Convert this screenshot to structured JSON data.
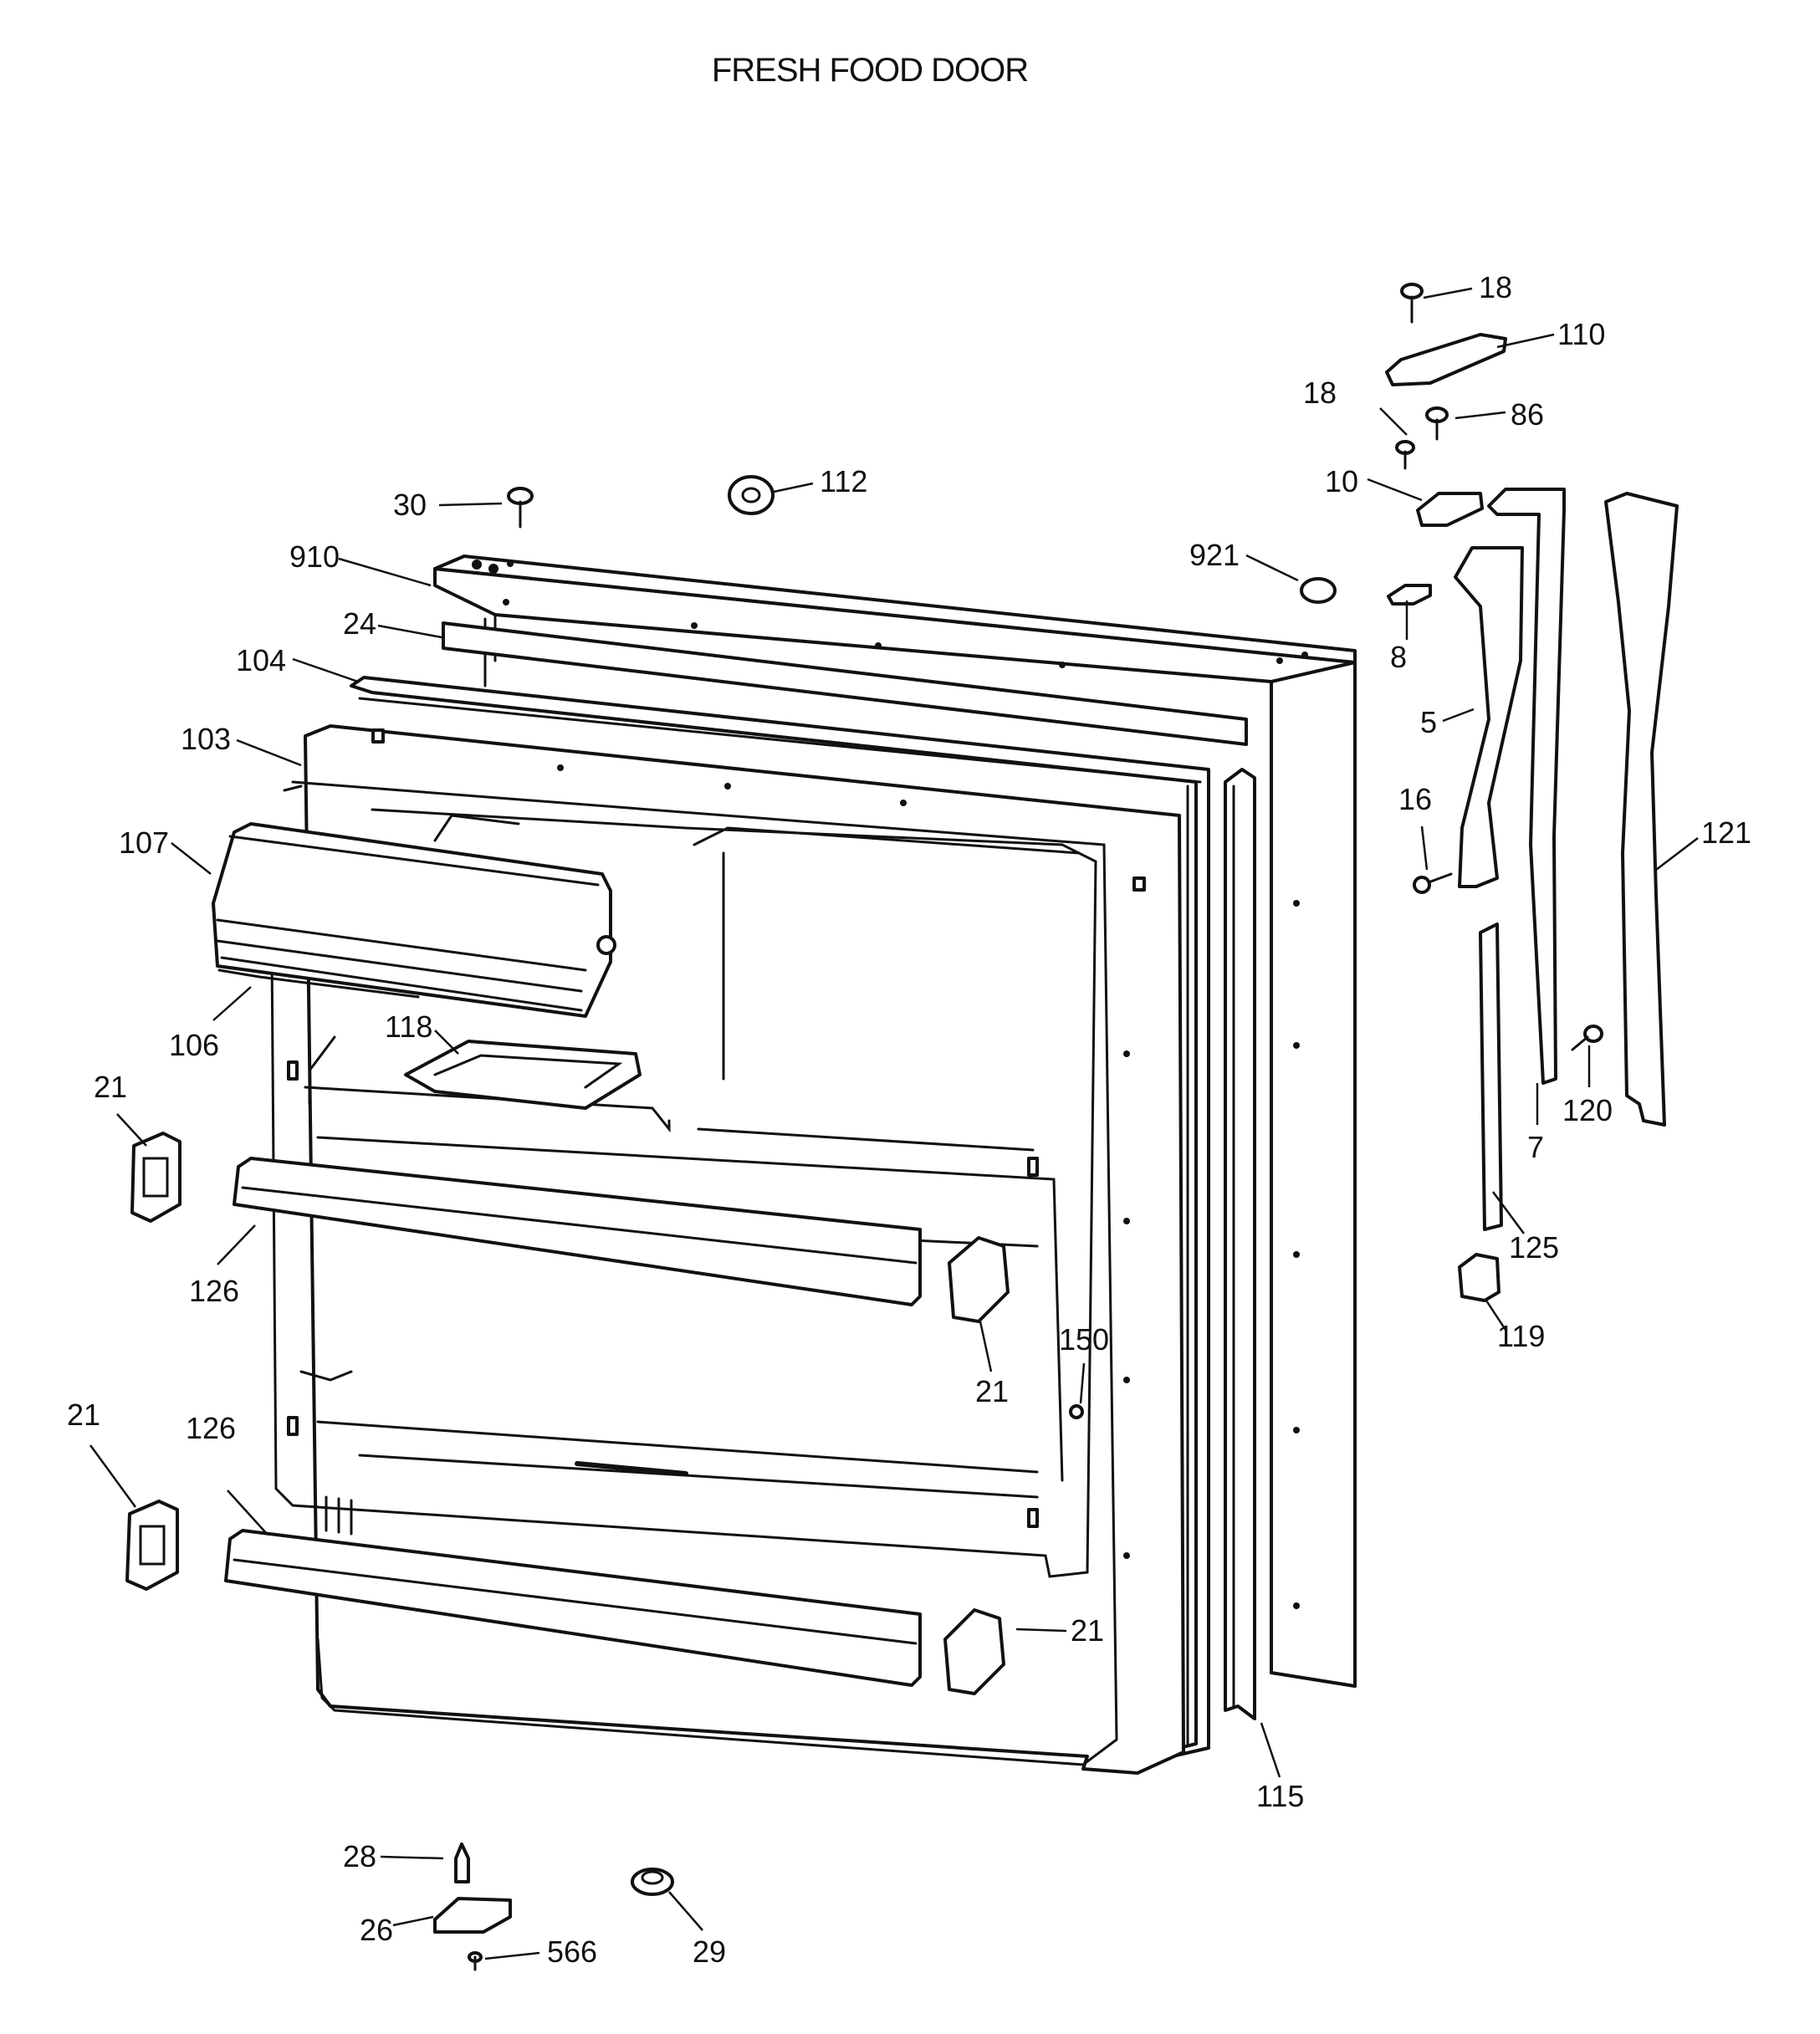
{
  "diagram": {
    "title": "FRESH FOOD DOOR",
    "callouts": [
      {
        "id": "c18a",
        "text": "18"
      },
      {
        "id": "c110",
        "text": "110"
      },
      {
        "id": "c18b",
        "text": "18"
      },
      {
        "id": "c86",
        "text": "86"
      },
      {
        "id": "c10",
        "text": "10"
      },
      {
        "id": "c30",
        "text": "30"
      },
      {
        "id": "c112",
        "text": "112"
      },
      {
        "id": "c921",
        "text": "921"
      },
      {
        "id": "c910",
        "text": "910"
      },
      {
        "id": "c24",
        "text": "24"
      },
      {
        "id": "c8",
        "text": "8"
      },
      {
        "id": "c104",
        "text": "104"
      },
      {
        "id": "c5",
        "text": "5"
      },
      {
        "id": "c103",
        "text": "103"
      },
      {
        "id": "c16",
        "text": "16"
      },
      {
        "id": "c121",
        "text": "121"
      },
      {
        "id": "c107",
        "text": "107"
      },
      {
        "id": "c106",
        "text": "106"
      },
      {
        "id": "c118",
        "text": "118"
      },
      {
        "id": "c21a",
        "text": "21"
      },
      {
        "id": "c120",
        "text": "120"
      },
      {
        "id": "c7",
        "text": "7"
      },
      {
        "id": "c125",
        "text": "125"
      },
      {
        "id": "c126a",
        "text": "126"
      },
      {
        "id": "c119",
        "text": "119"
      },
      {
        "id": "c150",
        "text": "150"
      },
      {
        "id": "c21b",
        "text": "21"
      },
      {
        "id": "c21c",
        "text": "21"
      },
      {
        "id": "c126b",
        "text": "126"
      },
      {
        "id": "c21d",
        "text": "21"
      },
      {
        "id": "c115",
        "text": "115"
      },
      {
        "id": "c28",
        "text": "28"
      },
      {
        "id": "c26",
        "text": "26"
      },
      {
        "id": "c29",
        "text": "29"
      },
      {
        "id": "c566",
        "text": "566"
      }
    ]
  }
}
